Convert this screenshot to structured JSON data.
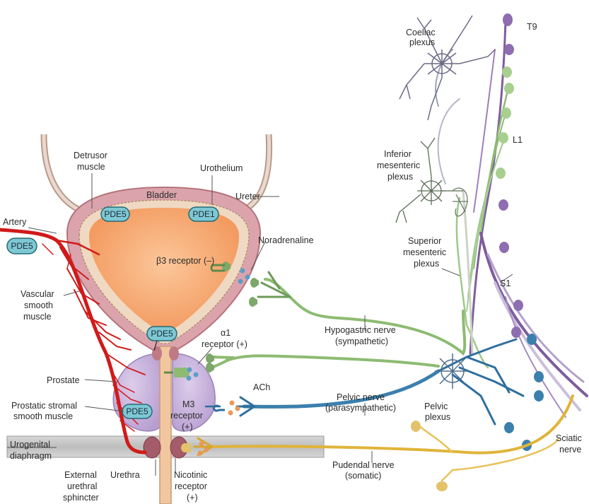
{
  "labels": {
    "t9": "T9",
    "coeliac_1": "Coeliac",
    "coeliac_2": "plexus",
    "l1": "L1",
    "inf_mes_1": "Inferior",
    "inf_mes_2": "mesenteric",
    "inf_mes_3": "plexus",
    "sup_mes_1": "Superior",
    "sup_mes_2": "mesenteric",
    "sup_mes_3": "plexus",
    "s1": "S1",
    "detrusor_1": "Detrusor",
    "detrusor_2": "muscle",
    "urothelium": "Urothelium",
    "bladder": "Bladder",
    "ureter": "Ureter",
    "artery": "Artery",
    "noradrenaline": "Noradrenaline",
    "beta3": "β3 receptor (–)",
    "vascular_1": "Vascular",
    "vascular_2": "smooth",
    "vascular_3": "muscle",
    "alpha1_1": "α1",
    "alpha1_2": "receptor (+)",
    "hypogastric_1": "Hypogastric nerve",
    "hypogastric_2": "(sympathetic)",
    "prostate": "Prostate",
    "ach": "ACh",
    "pelvic_nerve_1": "Pelvic nerve",
    "pelvic_nerve_2": "(parasympathetic)",
    "pelvic_plexus_1": "Pelvic",
    "pelvic_plexus_2": "plexus",
    "prostatic_1": "Prostatic stromal",
    "prostatic_2": "smooth muscle",
    "m3_1": "M3",
    "m3_2": "receptor",
    "m3_3": "(+)",
    "sciatic_1": "Sciatic",
    "sciatic_2": "nerve",
    "urogenital_1": "Urogenital",
    "urogenital_2": "diaphragm",
    "pudendal_1": "Pudendal nerve",
    "pudendal_2": "(somatic)",
    "external_1": "External",
    "external_2": "urethral",
    "external_3": "sphincter",
    "urethra": "Urethra",
    "nicotinic_1": "Nicotinic",
    "nicotinic_2": "receptor",
    "nicotinic_3": "(+)"
  },
  "pills": {
    "pde5_bladder_left": "PDE5",
    "pde1_bladder": "PDE1",
    "pde5_artery": "PDE5",
    "pde5_neck": "PDE5",
    "pde5_prostate": "PDE5"
  },
  "colors": {
    "bladder_fill": "#f5a36a",
    "bladder_wall": "#d9a0a8",
    "prostate": "#c9b3dc",
    "artery": "#d11a1a",
    "pill": "#7ec8d3",
    "sympathetic": "#7da86a",
    "parasympathetic": "#2e6f9e",
    "somatic": "#e0b43a",
    "spinal": "#8c6aa8"
  }
}
